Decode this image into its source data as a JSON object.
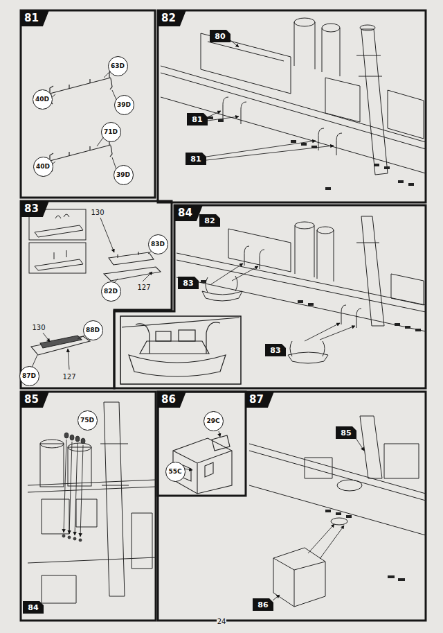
{
  "diagram": {
    "nodes": [
      {
        "text": [
          "81"
        ]
      },
      {
        "text": [
          "63D"
        ],
        "in": 0
      },
      {
        "text": [
          "40D"
        ],
        "in": 0
      },
      {
        "text": [
          "39D"
        ],
        "in": 0
      },
      {
        "text": [
          "71D"
        ],
        "in": 0
      },
      {
        "text": [
          "40D"
        ],
        "in": 0
      },
      {
        "text": [
          "39D"
        ],
        "in": 0
      },
      {
        "text": [
          "82"
        ]
      },
      {
        "text": [
          "80"
        ],
        "in": 7
      },
      {
        "text": [
          "81"
        ],
        "in": 7
      },
      {
        "text": [
          "81"
        ],
        "in": 7
      },
      {
        "text": [
          "83"
        ]
      },
      {
        "text": [
          "83D"
        ],
        "in": 11
      },
      {
        "text": [
          "82D"
        ],
        "in": 11
      },
      {
        "text": [
          "88D"
        ],
        "in": 11
      },
      {
        "text": [
          "87D"
        ],
        "in": 11
      },
      {
        "text": [
          "84"
        ]
      },
      {
        "text": [
          "82"
        ],
        "in": 16
      },
      {
        "text": [
          "83"
        ],
        "in": 16
      },
      {
        "text": [
          "83"
        ],
        "in": 16
      },
      {
        "text": [
          "85"
        ]
      },
      {
        "text": [
          "75D"
        ],
        "in": 20
      },
      {
        "text": [
          "84"
        ],
        "in": 20
      },
      {
        "text": [
          "86"
        ]
      },
      {
        "text": [
          "29C"
        ],
        "in": 23
      },
      {
        "text": [
          "55C"
        ],
        "in": 23
      },
      {
        "text": [
          "87"
        ]
      },
      {
        "text": [
          "85"
        ],
        "in": 26
      },
      {
        "text": [
          "86"
        ],
        "in": 26
      }
    ],
    "labels": [
      "130",
      "127",
      "130",
      "127",
      "24"
    ]
  }
}
